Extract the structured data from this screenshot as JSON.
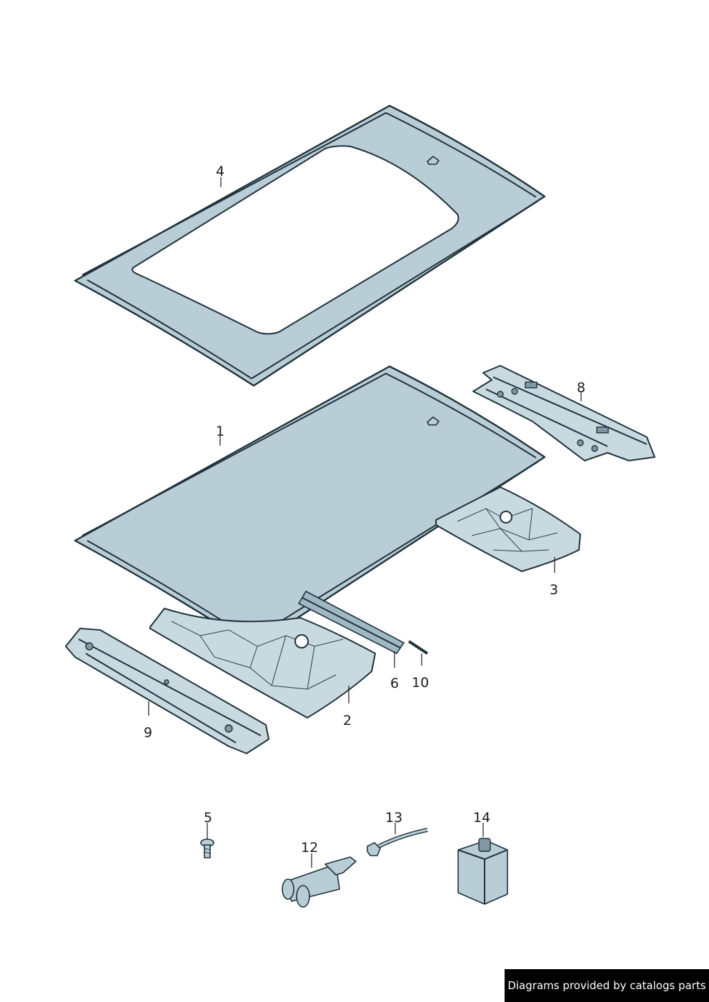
{
  "callouts": {
    "c1": "1",
    "c2": "2",
    "c3": "3",
    "c4": "4",
    "c5": "5",
    "c6": "6",
    "c8": "8",
    "c9": "9",
    "c10": "10",
    "c12": "12",
    "c13": "13",
    "c14": "14"
  },
  "watermark": "Diagrams provided by catalogs parts",
  "colors": {
    "panel_fill": "#b9cdd6",
    "outline": "#20323c",
    "watermark_bg": "#000000",
    "watermark_text": "#ffffff"
  }
}
